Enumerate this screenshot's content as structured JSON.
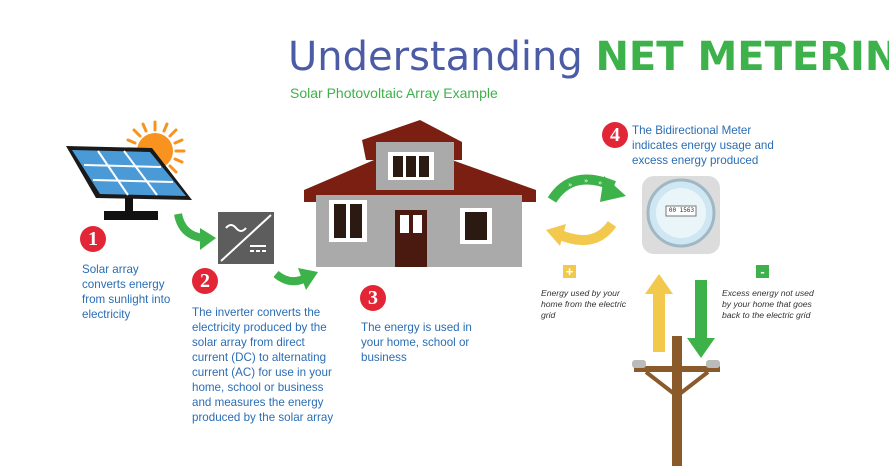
{
  "title": {
    "part1": "Understanding",
    "part2": "NET METERING"
  },
  "subtitle": "Solar Photovoltaic Array Example",
  "steps": [
    {
      "number": "1",
      "text": "Solar array converts energy from sunlight into electricity"
    },
    {
      "number": "2",
      "text": "The inverter converts the electricity produced by the solar array from direct current (DC) to alternating current (AC) for use in your home, school or business and measures the energy produced by the solar array"
    },
    {
      "number": "3",
      "text": "The energy is used in your home, school or business"
    },
    {
      "number": "4",
      "text": "The Bidirectional Meter indicates energy usage and excess energy produced"
    }
  ],
  "meter_display": "00 1563",
  "energy_used": {
    "sign": "+",
    "text": "Energy used by your home from the electric grid"
  },
  "energy_excess": {
    "sign": "-",
    "text": "Excess energy not used by your home that goes back to the electric grid"
  },
  "colors": {
    "title_blue": "#4b5ba6",
    "green": "#3db14a",
    "red": "#e32636",
    "yellow": "#f2c94c",
    "text_blue": "#2a6db5"
  }
}
